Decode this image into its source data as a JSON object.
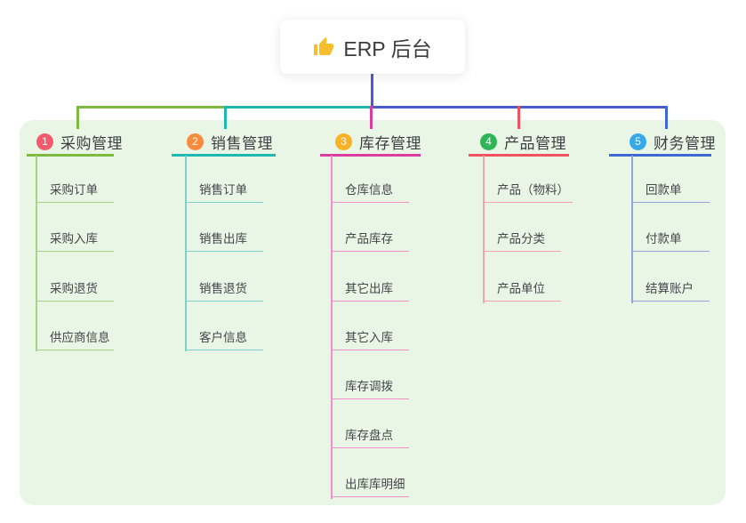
{
  "root": {
    "label": "ERP 后台",
    "icon": "thumbs-up-icon",
    "icon_color": "#F6BE2C"
  },
  "panel_color": "#E9F6E5",
  "stem_color": "#4A5CCB",
  "branches": [
    {
      "number": "1",
      "title": "采购管理",
      "color": "#7EBA40",
      "badge_color": "#F25B6E",
      "child_line_color": "#A6D386",
      "children": [
        "采购订单",
        "采购入库",
        "采购退货",
        "供应商信息"
      ]
    },
    {
      "number": "2",
      "title": "销售管理",
      "color": "#1DB9B1",
      "badge_color": "#F98B3E",
      "child_line_color": "#7BD2CB",
      "children": [
        "销售订单",
        "销售出库",
        "销售退货",
        "客户信息"
      ]
    },
    {
      "number": "3",
      "title": "库存管理",
      "color": "#DA3D9E",
      "badge_color": "#FBB124",
      "child_line_color": "#F090C8",
      "children": [
        "仓库信息",
        "产品库存",
        "其它出库",
        "其它入库",
        "库存调拨",
        "库存盘点",
        "出库库明细"
      ]
    },
    {
      "number": "4",
      "title": "产品管理",
      "color": "#F2525F",
      "badge_color": "#2EB656",
      "child_line_color": "#F9A3A8",
      "children": [
        "产品（物料）",
        "产品分类",
        "产品单位"
      ]
    },
    {
      "number": "5",
      "title": "财务管理",
      "color": "#3E68D2",
      "badge_color": "#38A9E8",
      "child_line_color": "#93A5DC",
      "children": [
        "回款单",
        "付款单",
        "结算账户"
      ]
    }
  ]
}
